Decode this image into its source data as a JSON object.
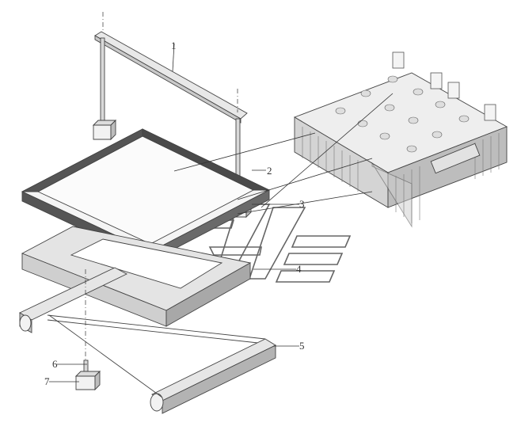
{
  "callouts": [
    {
      "label": "1"
    },
    {
      "label": "2"
    },
    {
      "label": "3"
    },
    {
      "label": "4"
    },
    {
      "label": "5"
    },
    {
      "label": "6"
    },
    {
      "label": "7"
    }
  ],
  "colors": {
    "line": "#333333",
    "frame_dark": "#4a4a4a",
    "panel_light": "#e6e6e6",
    "battery_light": "#eeeeee",
    "battery_shade": "#bdbdbd"
  },
  "icons": [
    "watermark-logo"
  ]
}
